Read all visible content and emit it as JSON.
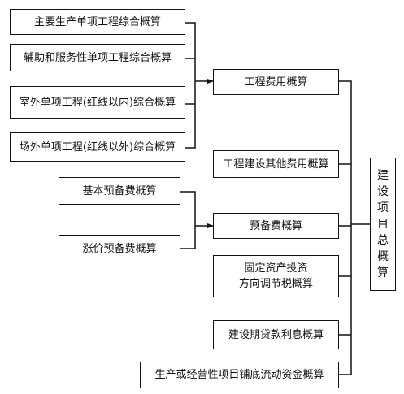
{
  "groups": {
    "engineering": [
      "主要生产单项工程综合概算",
      "辅助和服务性单项工程综合概算",
      "室外单项工程(红线以内)综合概算",
      "场外单项工程(红线以外)综合概算"
    ],
    "reserve": [
      "基本预备费概算",
      "涨价预备费概算"
    ]
  },
  "middle": {
    "engineering_cost": "工程费用概算",
    "other_cost": "工程建设其他费用概算",
    "reserve_cost": "预备费概算",
    "tax_line1": "固定资产投资",
    "tax_line2": "方向调节税概算",
    "interest": "建设期贷款利息概算",
    "working_capital": "生产或经营性项目铺底流动资金概算"
  },
  "total": {
    "chars": [
      "建",
      "设",
      "项",
      "目",
      "总",
      "概",
      "算"
    ]
  },
  "colors": {
    "line": "#111111",
    "box_fill": "#ffffff"
  }
}
